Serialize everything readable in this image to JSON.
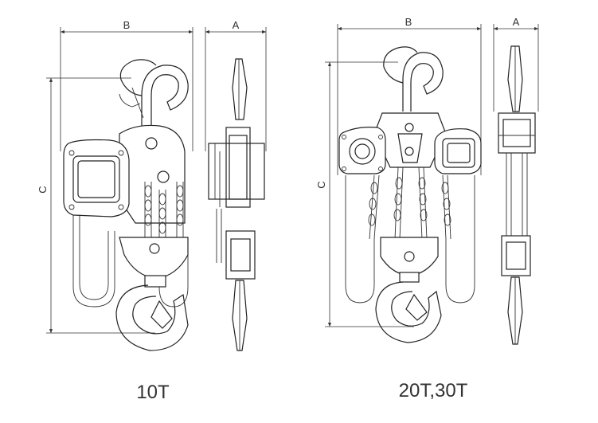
{
  "dimension_labels": {
    "width": "B",
    "depth": "A",
    "height": "C"
  },
  "models": [
    {
      "caption": "10T"
    },
    {
      "caption": "20T,30T"
    }
  ]
}
